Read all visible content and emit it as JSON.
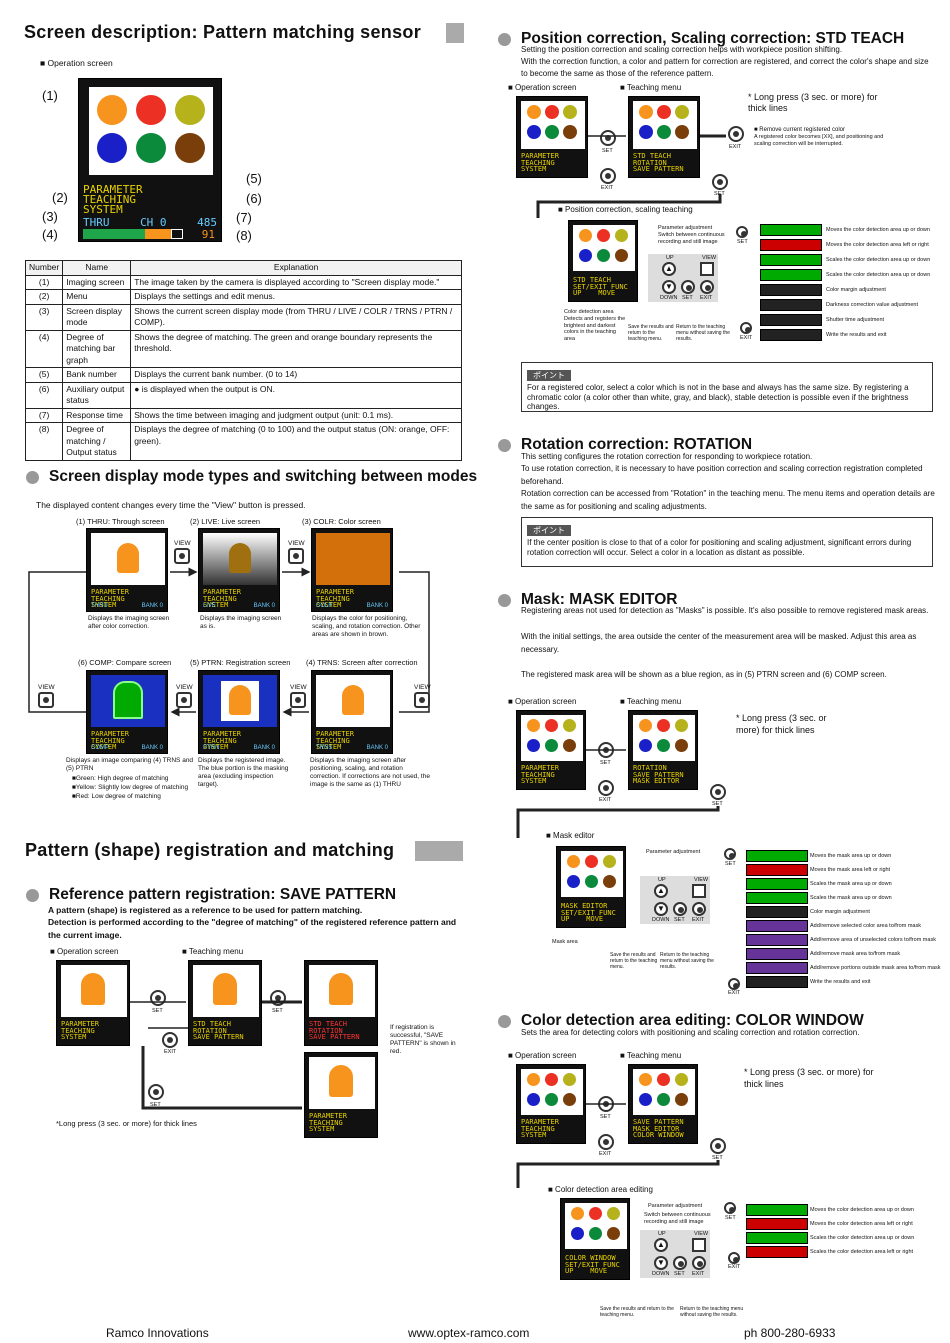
{
  "left": {
    "heading1": "Screen description: Pattern matching sensor",
    "op_screen_label": "■ Operation screen",
    "callouts": [
      "(1)",
      "(2)",
      "(3)",
      "(4)",
      "(5)",
      "(6)",
      "(7)",
      "(8)"
    ],
    "lcd_main": {
      "menu": "PARAMETER\nTEACHING\nSYSTEM",
      "mode": "THRU",
      "ch": "CH 0",
      "num": "485",
      "count": "91"
    },
    "table": {
      "headers": [
        "Number",
        "Name",
        "Explanation"
      ],
      "rows": [
        [
          "(1)",
          "Imaging screen",
          "The image taken by the camera is displayed according to \"Screen display mode.\""
        ],
        [
          "(2)",
          "Menu",
          "Displays the settings and edit menus."
        ],
        [
          "(3)",
          "Screen display mode",
          "Shows the current screen display mode (from THRU / LIVE / COLR / TRNS / PTRN / COMP)."
        ],
        [
          "(4)",
          "Degree of matching bar graph",
          "Shows the degree of matching. The green and orange boundary represents the threshold."
        ],
        [
          "(5)",
          "Bank number",
          "Displays the current bank number. (0 to 14)"
        ],
        [
          "(6)",
          "Auxiliary output status",
          "● is displayed when the output is ON."
        ],
        [
          "(7)",
          "Response time",
          "Shows the time between imaging and judgment output (unit: 0.1 ms)."
        ],
        [
          "(8)",
          "Degree of matching / Output status",
          "Displays the degree of matching (0 to 100) and the output status (ON: orange, OFF: green)."
        ]
      ]
    },
    "modes_heading": "Screen display mode types and switching between modes",
    "modes_intro": "The displayed content changes every time the \"View\" button is pressed.",
    "view_label": "VIEW",
    "modes": [
      {
        "title": "(1) THRU: Through screen",
        "tag": "THRU",
        "desc": "Displays the imaging screen after color correction."
      },
      {
        "title": "(2) LIVE: Live screen",
        "tag": "LIVE",
        "desc": "Displays the imaging screen as is."
      },
      {
        "title": "(3) COLR: Color screen",
        "tag": "COLR",
        "desc": "Displays the color for positioning, scaling, and rotation correction. Other areas are shown in brown."
      },
      {
        "title": "(6) COMP: Compare screen",
        "tag": "COMP",
        "desc": "Displays an image comparing (4) TRNS and (5) PTRN"
      },
      {
        "title": "(5) PTRN: Registration screen",
        "tag": "PTRN",
        "desc": "Displays the registered image. The blue portion is the masking area (excluding inspection target)."
      },
      {
        "title": "(4) TRNS: Screen after correction",
        "tag": "TRNS",
        "desc": "Displays the imaging screen after positioning, scaling, and rotation correction. If corrections are not used, the image is the same as (1) THRU"
      }
    ],
    "bank_label": "BANK 0",
    "comp_legend": [
      "■Green: High degree of matching",
      "■Yellow: Slightly low degree of matching",
      "■Red: Low degree of matching"
    ],
    "heading2": "Pattern (shape) registration and matching",
    "save_heading": "Reference pattern registration: SAVE PATTERN",
    "save_intro1": "A pattern (shape) is registered as a reference to be used for pattern matching.",
    "save_intro2": "Detection is performed according to the \"degree of matching\" of the registered reference pattern and the current image.",
    "op_screen": "■ Operation screen",
    "teaching_menu": "■ Teaching menu",
    "set_label": "SET",
    "exit_label": "EXIT",
    "save_note": "If registration is successful, \"SAVE PATTERN\" is shown in red.",
    "long_press_note": "*Long press (3 sec. or more) for thick lines"
  },
  "right": {
    "pos_heading": "Position correction, Scaling correction: STD TEACH",
    "pos_p1": "Setting the position correction and scaling correction helps with workpiece position shifting.",
    "pos_p2": "With the correction function, a color and pattern for correction are registered, and correct the color's shape and size to become the same as those of the reference pattern.",
    "op_screen": "■ Operation screen",
    "teaching_menu": "■ Teaching menu",
    "long_press": "* Long press (3 sec. or more) for thick lines",
    "remove_color": "■ Remove current registered color",
    "remove_color_note": "A registered color becomes [XX], and positioning and scaling correction will be interrupted.",
    "pos_teach_label": "■ Position correction, scaling teaching",
    "param_adj": "Parameter adjustment",
    "switch_note": "Switch between continuous recording and still image",
    "color_area": "Color detection area",
    "detect_note": "Detects and registers the brightest and darkest colors in the teaching area",
    "save_return": "Save the results and return to the teaching menu.",
    "return_nosave": "Return to the teaching menu without saving the results.",
    "pos_menu": [
      "Moves the color detection area up or down",
      "Moves the color detection area left or right",
      "Scales the color detection area up or down",
      "Scales the color detection area up or down",
      "Color margin adjustment",
      "Darkness correction value adjustment",
      "Shutter time adjustment",
      "Write the results and exit"
    ],
    "point_tag": "ポイント",
    "pos_point": "For a registered color, select a color which is not in the base and always has the same size. By registering a chromatic color (a color other than white, gray, and black), stable detection is possible even if the brightness changes.",
    "rot_heading": "Rotation correction: ROTATION",
    "rot_p1": "This setting configures the rotation correction for responding to workpiece rotation.",
    "rot_p2": "To use rotation correction, it is necessary to have position correction and scaling correction registration completed beforehand.",
    "rot_p3": "Rotation correction can be accessed from \"Rotation\" in the teaching menu. The menu items and operation details are the same as for positioning and scaling adjustments.",
    "rot_point": "If the center position is close to that of a color for positioning and scaling adjustment, significant errors during rotation correction will occur. Select a color in a location as distant as possible.",
    "mask_heading": "Mask: MASK EDITOR",
    "mask_p1": "Registering areas not used for detection as \"Masks\" is possible. It's also possible to remove registered mask areas.",
    "mask_p2": "With the initial settings, the area outside the center of the measurement area will be masked. Adjust this area as necessary.",
    "mask_p3": "The registered mask area will be shown as a blue region, as in (5) PTRN screen and (6) COMP screen.",
    "long_press2": "* Long press (3 sec. or more) for thick lines",
    "mask_editor_label": "■ Mask editor",
    "mask_area": "Mask area",
    "mask_menu": [
      "Moves the mask area up or down",
      "Moves the mask area left or right",
      "Scales the mask area up or down",
      "Scales the mask area up or down",
      "Color margin adjustment",
      "Add/remove selected color area to/from mask",
      "Add/remove area of unselected colors to/from mask",
      "Add/remove mask area to/from mask",
      "Add/remove portions outside mask area to/from mask",
      "Write the results and exit"
    ],
    "cw_heading": "Color detection area editing: COLOR WINDOW",
    "cw_p1": "Sets the area for detecting colors with positioning and scaling correction and rotation correction.",
    "long_press3": "* Long press (3 sec. or more) for thick lines",
    "cw_label": "■ Color detection area editing",
    "cw_menu": [
      "Moves the color detection area up or down",
      "Moves the color detection area left or right",
      "Scales the color detection area up or down",
      "Scales the color detection area left or right"
    ],
    "up": "UP",
    "down": "DOWN",
    "view": "VIEW",
    "set": "SET",
    "exit": "EXIT"
  },
  "footer": {
    "company": "Ramco Innovations",
    "url": "www.optex-ramco.com",
    "phone": "ph 800-280-6933"
  },
  "colors": {
    "orange": "#f7941d",
    "red": "#ed3024",
    "olive": "#b5b21c",
    "blue": "#1a20c8",
    "green": "#0a8a3a",
    "brown": "#7a3e0a",
    "lcd_yellow": "#e8d200"
  }
}
